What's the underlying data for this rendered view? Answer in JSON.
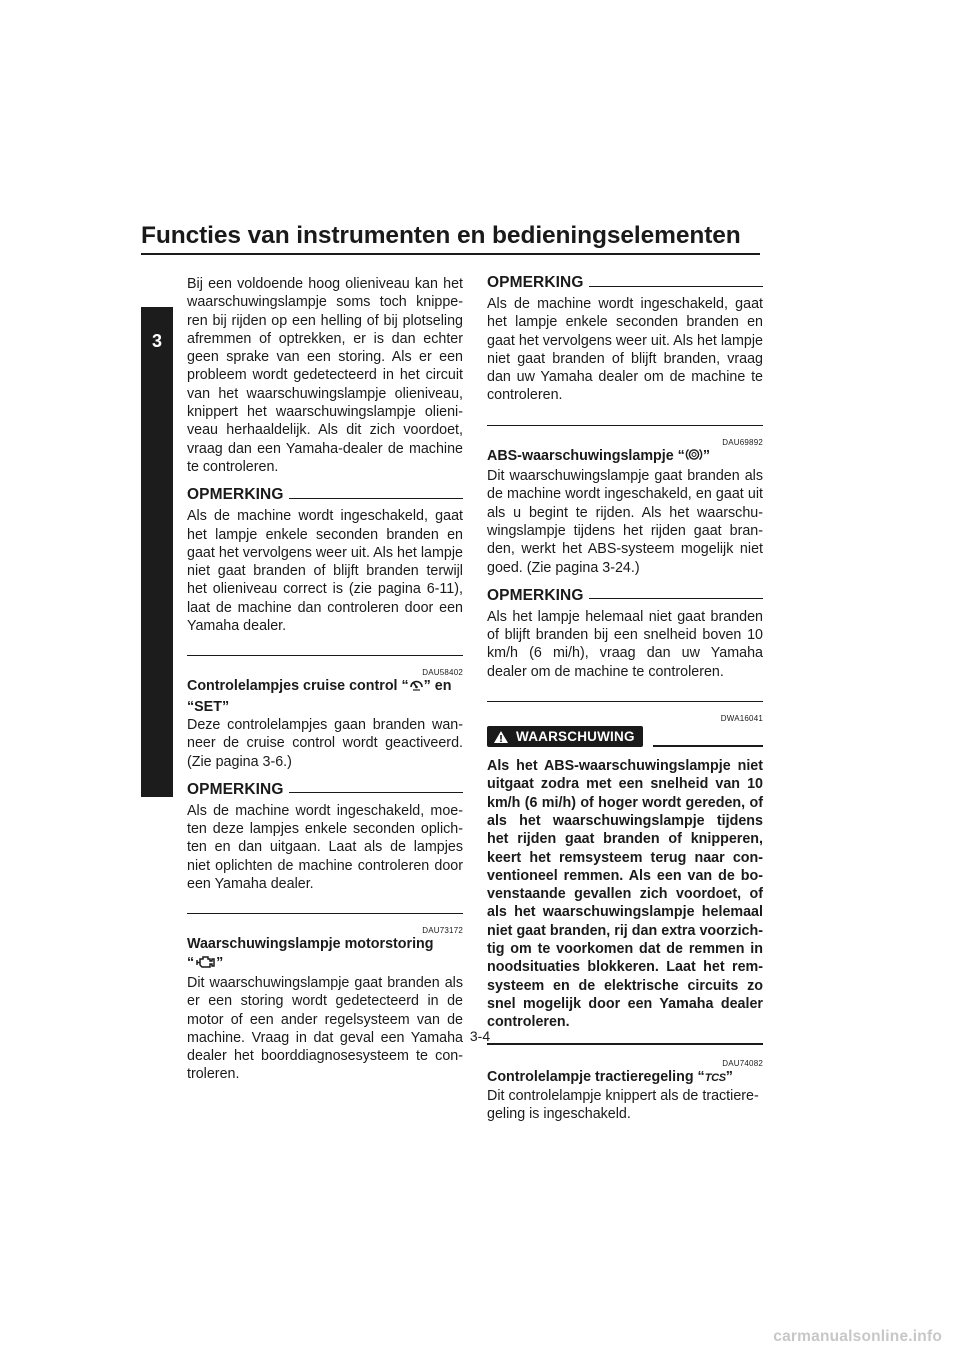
{
  "header": {
    "title": "Functies van instrumenten en bedieningselementen"
  },
  "chapter_tab": "3",
  "left_column": {
    "intro": "Bij een voldoende hoog olieniveau kan het waarschuwingslampje soms toch knippe-ren bij rijden op een helling of bij plotseling afremmen of optrekken, er is dan echter geen sprake van een storing. Als er een probleem wordt gedetecteerd in het circuit van het waarschuwingslampje olieniveau, knippert het waarschuwingslampje olieni-veau herhaaldelijk. Als dit zich voordoet, vraag dan een Yamaha-dealer de machine te controleren.",
    "note1": {
      "title": "OPMERKING",
      "body": "Als de machine wordt ingeschakeld, gaat het lampje enkele seconden branden en gaat het vervolgens weer uit. Als het lampje niet gaat branden of blijft branden terwijl het olieniveau correct is (zie pagina 6-11), laat de machine dan controleren door een Yamaha dealer."
    },
    "cruise": {
      "code": "DAU58402",
      "title_pre": "Controlelampjes cruise control “",
      "title_post": "” en",
      "title_line2": "“SET”",
      "body": "Deze controlelampjes gaan branden wan-neer de cruise control wordt geactiveerd. (Zie pagina 3-6.)"
    },
    "note2": {
      "title": "OPMERKING",
      "body": "Als de machine wordt ingeschakeld, moe-ten deze lampjes enkele seconden oplich-ten en dan uitgaan. Laat als de lampjes niet oplichten de machine controleren door een Yamaha dealer."
    },
    "engine": {
      "code": "DAU73172",
      "title_line1": "Waarschuwingslampje motorstoring",
      "title_pre": "“",
      "title_post": "”",
      "body": "Dit waarschuwingslampje gaat branden als er een storing wordt gedetecteerd in de motor of een ander regelsysteem van de machine. Vraag in dat geval een Yamaha dealer het boorddiagnosesysteem te con-troleren."
    }
  },
  "right_column": {
    "note3": {
      "title": "OPMERKING",
      "body": "Als de machine wordt ingeschakeld, gaat het lampje enkele seconden branden en gaat het vervolgens weer uit. Als het lampje niet gaat branden of blijft branden, vraag dan uw Yamaha dealer om de machine te controleren."
    },
    "abs": {
      "code": "DAU69892",
      "title_pre": "ABS-waarschuwingslampje “",
      "title_post": "”",
      "body": "Dit waarschuwingslampje gaat branden als de machine wordt ingeschakeld, en gaat uit als u begint te rijden. Als het waarschu-wingslampje tijdens het rijden gaat bran-den, werkt het ABS-systeem mogelijk niet goed. (Zie pagina 3-24.)"
    },
    "note4": {
      "title": "OPMERKING",
      "body": "Als het lampje helemaal niet gaat branden of blijft branden bij een snelheid boven 10 km/h (6 mi/h), vraag dan uw Yamaha dealer om de machine te controleren."
    },
    "warning": {
      "code": "DWA16041",
      "label": "WAARSCHUWING",
      "body": "Als het ABS-waarschuwingslampje niet uitgaat zodra met een snelheid van 10 km/h (6 mi/h) of hoger wordt gereden, of als het waarschuwingslampje tijdens het rijden gaat branden of knipperen, keert het remsysteem terug naar con-ventioneel remmen. Als een van de bo-venstaande gevallen zich voordoet, of als het waarschuwingslampje helemaal niet gaat branden, rij dan extra voorzich-tig om te voorkomen dat de remmen in noodsituaties blokkeren. Laat het rem-systeem en de elektrische circuits zo snel mogelijk door een Yamaha dealer controleren."
    },
    "tcs": {
      "code": "DAU74082",
      "title_pre": "Controlelampje tractieregeling “",
      "icon_text": "TCS",
      "title_post": "”",
      "body": "Dit controlelampje knippert als de tractiere-geling is ingeschakeld."
    }
  },
  "page_number": "3-4",
  "watermark": "carmanualsonline.info"
}
